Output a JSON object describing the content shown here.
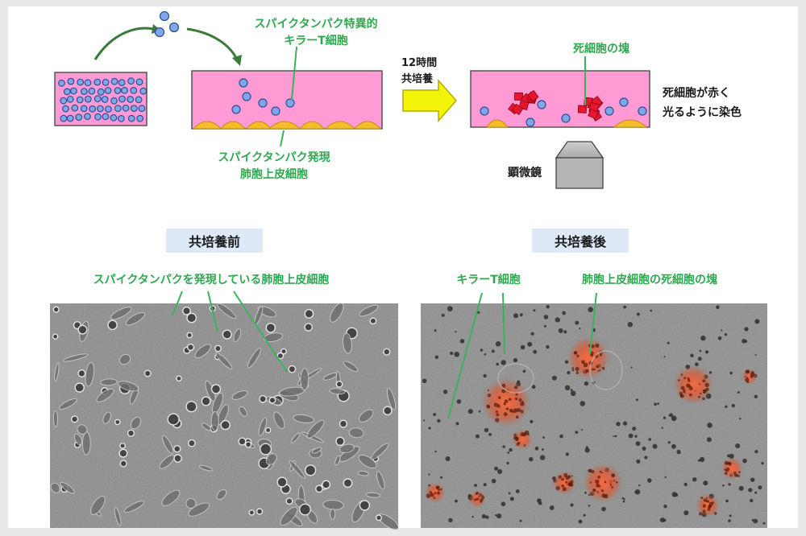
{
  "top": {
    "killer_label": [
      "スパイクタンパク特異的",
      "キラーT細胞"
    ],
    "epithelial_label": [
      "スパイクタンパク発現",
      "肺胞上皮細胞"
    ],
    "coculture_label": [
      "12時間",
      "共培養"
    ],
    "dead_clump_label": "死細胞の塊",
    "stain_label": [
      "死細胞が赤く",
      "光るように染色"
    ],
    "microscope_label": "顕微鏡"
  },
  "bottom": {
    "before": {
      "title": "共培養前",
      "annotation": "スパイクタンパクを発現している肺胞上皮細胞"
    },
    "after": {
      "title": "共培養後",
      "annotation_left": "キラーT細胞",
      "annotation_right": "肺胞上皮細胞の死細胞の塊"
    }
  },
  "colors": {
    "annotation_green": "#2fa84f",
    "dish_pink": "#ff9ad5",
    "cell_blue": "#7fa6e6",
    "epithelial_yellow": "#f4be2a",
    "dead_red": "#e8162c",
    "arrow_yellow": "#f2f50a",
    "title_badge": "#dde9f7"
  }
}
